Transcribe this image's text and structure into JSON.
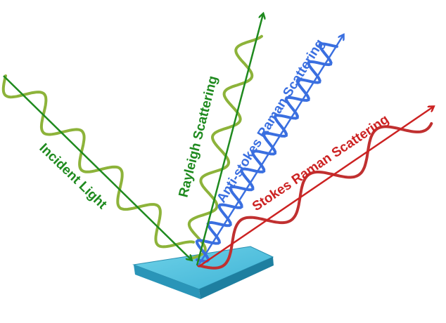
{
  "labels": {
    "incident": "Incident Light",
    "rayleigh": "Rayleigh Scattering",
    "anti_stokes": "Anti-stokes Raman Scattering",
    "stokes": "Stokes Raman Scattering"
  },
  "colors": {
    "incident_line": "#1f8a1f",
    "incident_wave": "#8db33a",
    "rayleigh_line": "#1f8a1f",
    "rayleigh_wave": "#8db33a",
    "anti_stokes_line": "#3a6fe0",
    "anti_stokes_wave": "#3a6fe0",
    "stokes_line": "#cc2222",
    "stokes_wave": "#c03030",
    "sample_top": "#56c6e0",
    "sample_side": "#2a8fb0"
  }
}
